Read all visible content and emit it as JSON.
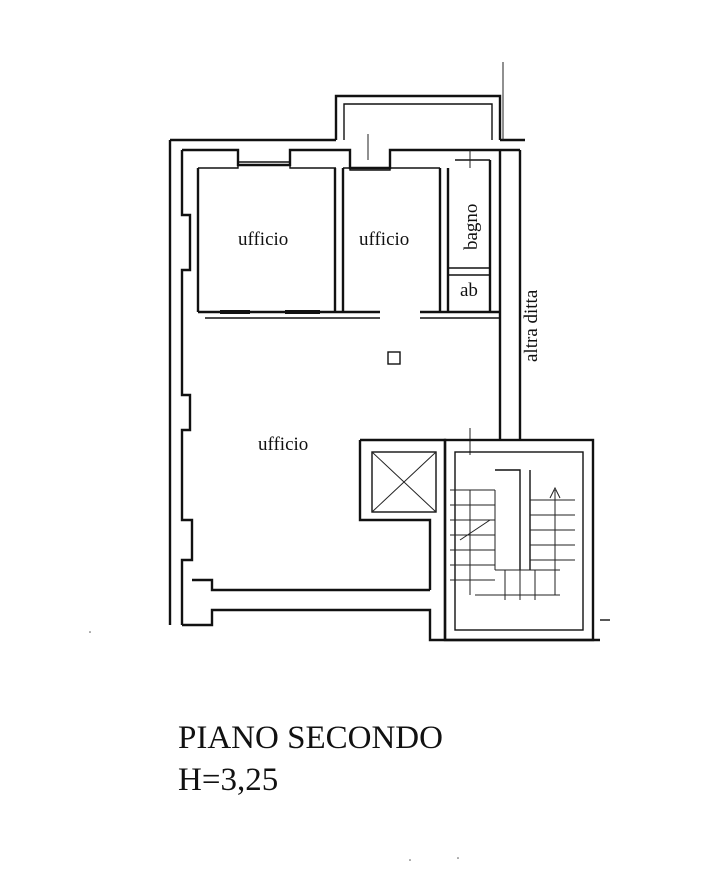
{
  "plan": {
    "rooms": {
      "office_left": "ufficio",
      "office_middle": "ufficio",
      "bathroom": "bagno",
      "antibath": "ab",
      "office_main": "ufficio"
    },
    "neighbor_label": "altra ditta"
  },
  "caption": {
    "title": "PIANO SECONDO",
    "height": "H=3,25"
  },
  "colors": {
    "ink": "#111111",
    "paper": "#ffffff"
  }
}
